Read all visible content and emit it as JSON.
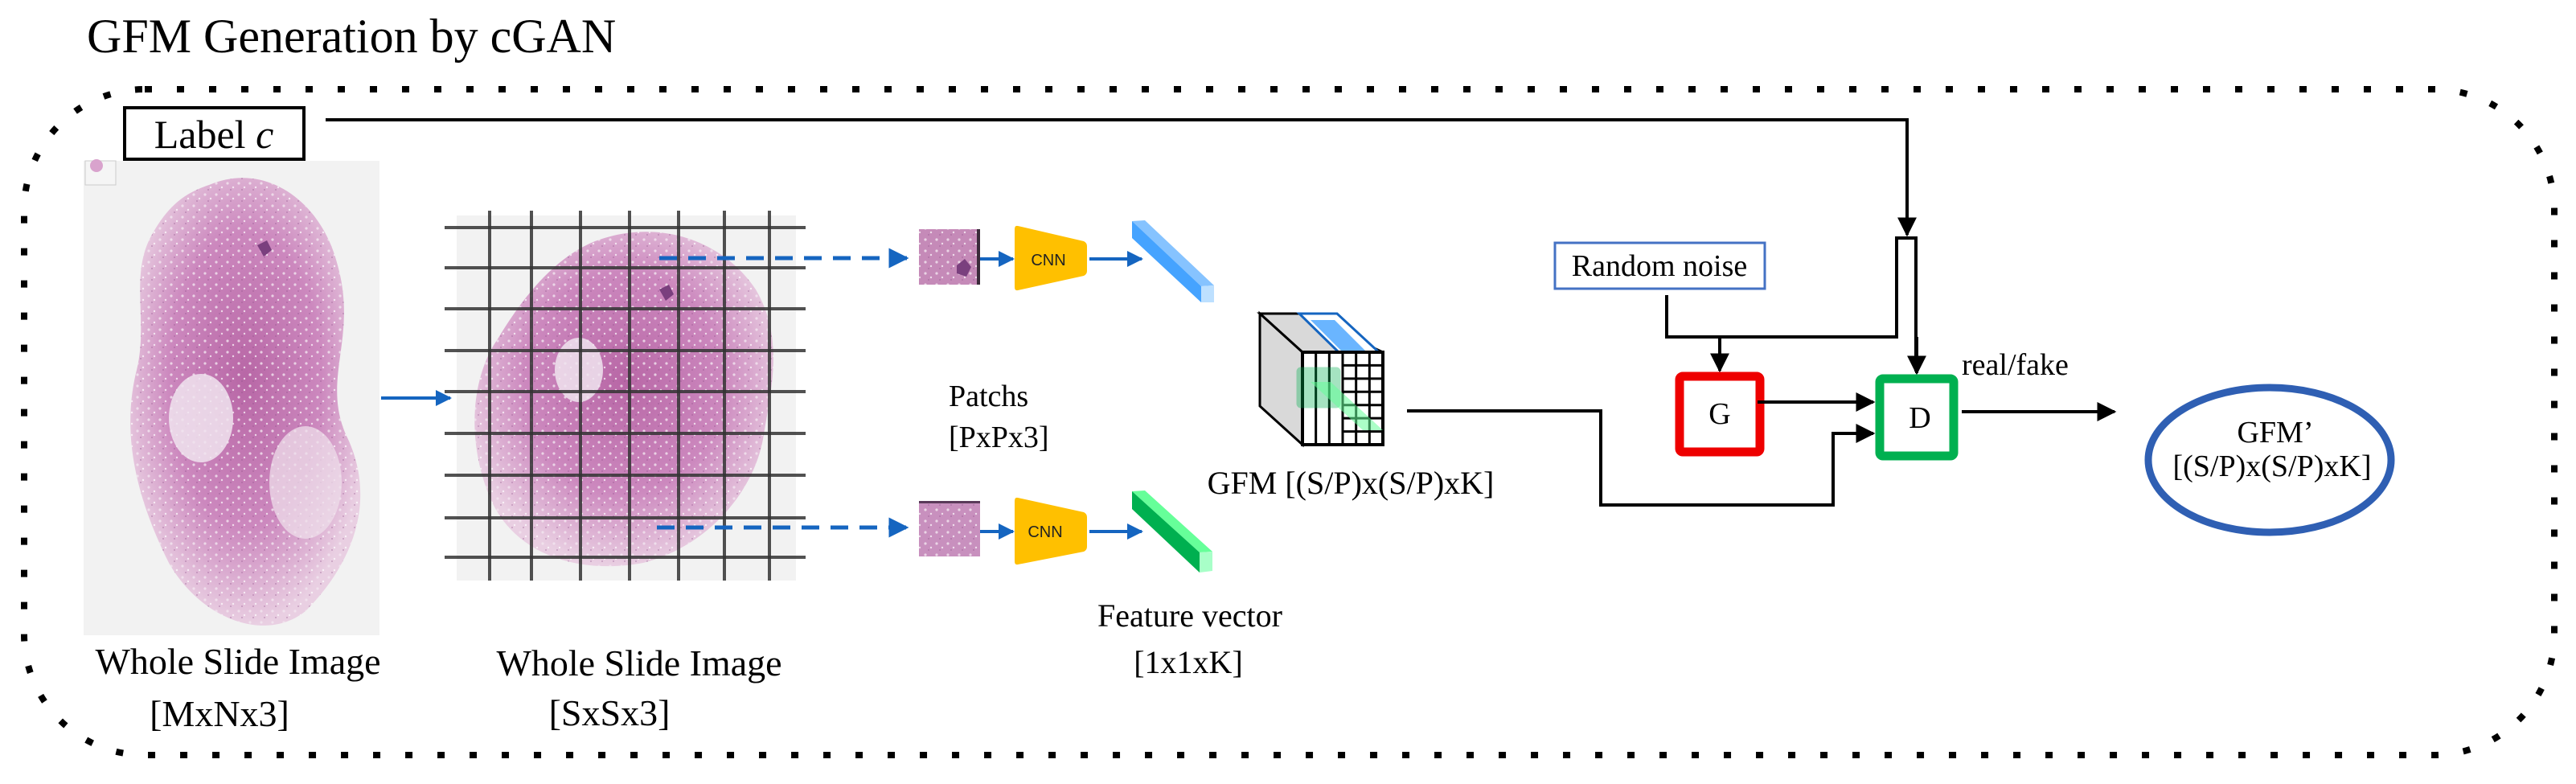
{
  "title": "GFM Generation by cGAN",
  "label_box": {
    "text": "Label ",
    "italic": "c"
  },
  "wsi_original": {
    "caption_line1": "Whole Slide Image",
    "caption_line2": "[MxNx3]"
  },
  "wsi_grid": {
    "caption_line1": "Whole Slide Image",
    "caption_line2": "[SxSx3]",
    "grid_rows": 9,
    "grid_cols": 7
  },
  "patches": {
    "caption_line1": "Patchs",
    "caption_line2": "[PxPx3]"
  },
  "cnn": {
    "label_top": "CNN",
    "label_bottom": "CNN"
  },
  "feature_vector": {
    "caption_line1": "Feature vector",
    "caption_line2": "[1x1xK]"
  },
  "gfm": {
    "caption": "GFM [(S/P)x(S/P)xK]"
  },
  "random_noise": {
    "text": "Random noise"
  },
  "generator": {
    "text": "G"
  },
  "discriminator": {
    "text": "D"
  },
  "output_label": {
    "text": "real/fake"
  },
  "gfm_prime": {
    "line1": "GFM’",
    "line2": "[(S/P)x(S/P)xK]"
  },
  "colors": {
    "cnn_fill": "#FFC000",
    "arrow_blue": "#1565C0",
    "vector_blue_dark": "#45A3FF",
    "vector_blue_light": "#86C3FF",
    "vector_green_dark": "#00B050",
    "vector_green_light": "#66FF99",
    "generator_border": "#EE0000",
    "discriminator_border": "#00B050",
    "noise_border": "#4472C4",
    "ellipse_border": "#2F5FB3",
    "tissue": "#C77DB5"
  }
}
